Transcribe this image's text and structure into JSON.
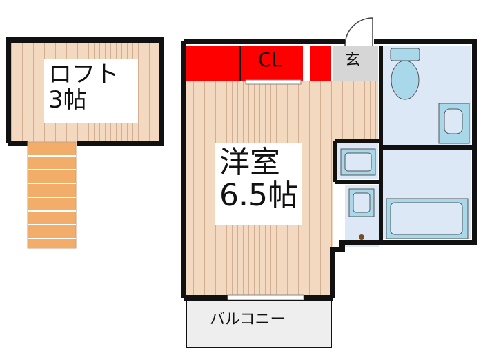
{
  "floorplan": {
    "loft": {
      "name": "ロフト",
      "size": "3帖"
    },
    "room": {
      "name": "洋室",
      "size": "6.5帖"
    },
    "closet": {
      "label": "CL"
    },
    "entrance": {
      "label": "玄"
    },
    "balcony": {
      "label": "バルコニー"
    }
  },
  "colors": {
    "floor": "#f3d9c0",
    "floor_lines": "#c9a487",
    "wet_area": "#dde8f6",
    "fixture": "#a8d8ea",
    "closet_red": "#ff0000",
    "wall": "#111111",
    "balcony": "#eeeeee",
    "entrance": "#d6d6d6"
  }
}
